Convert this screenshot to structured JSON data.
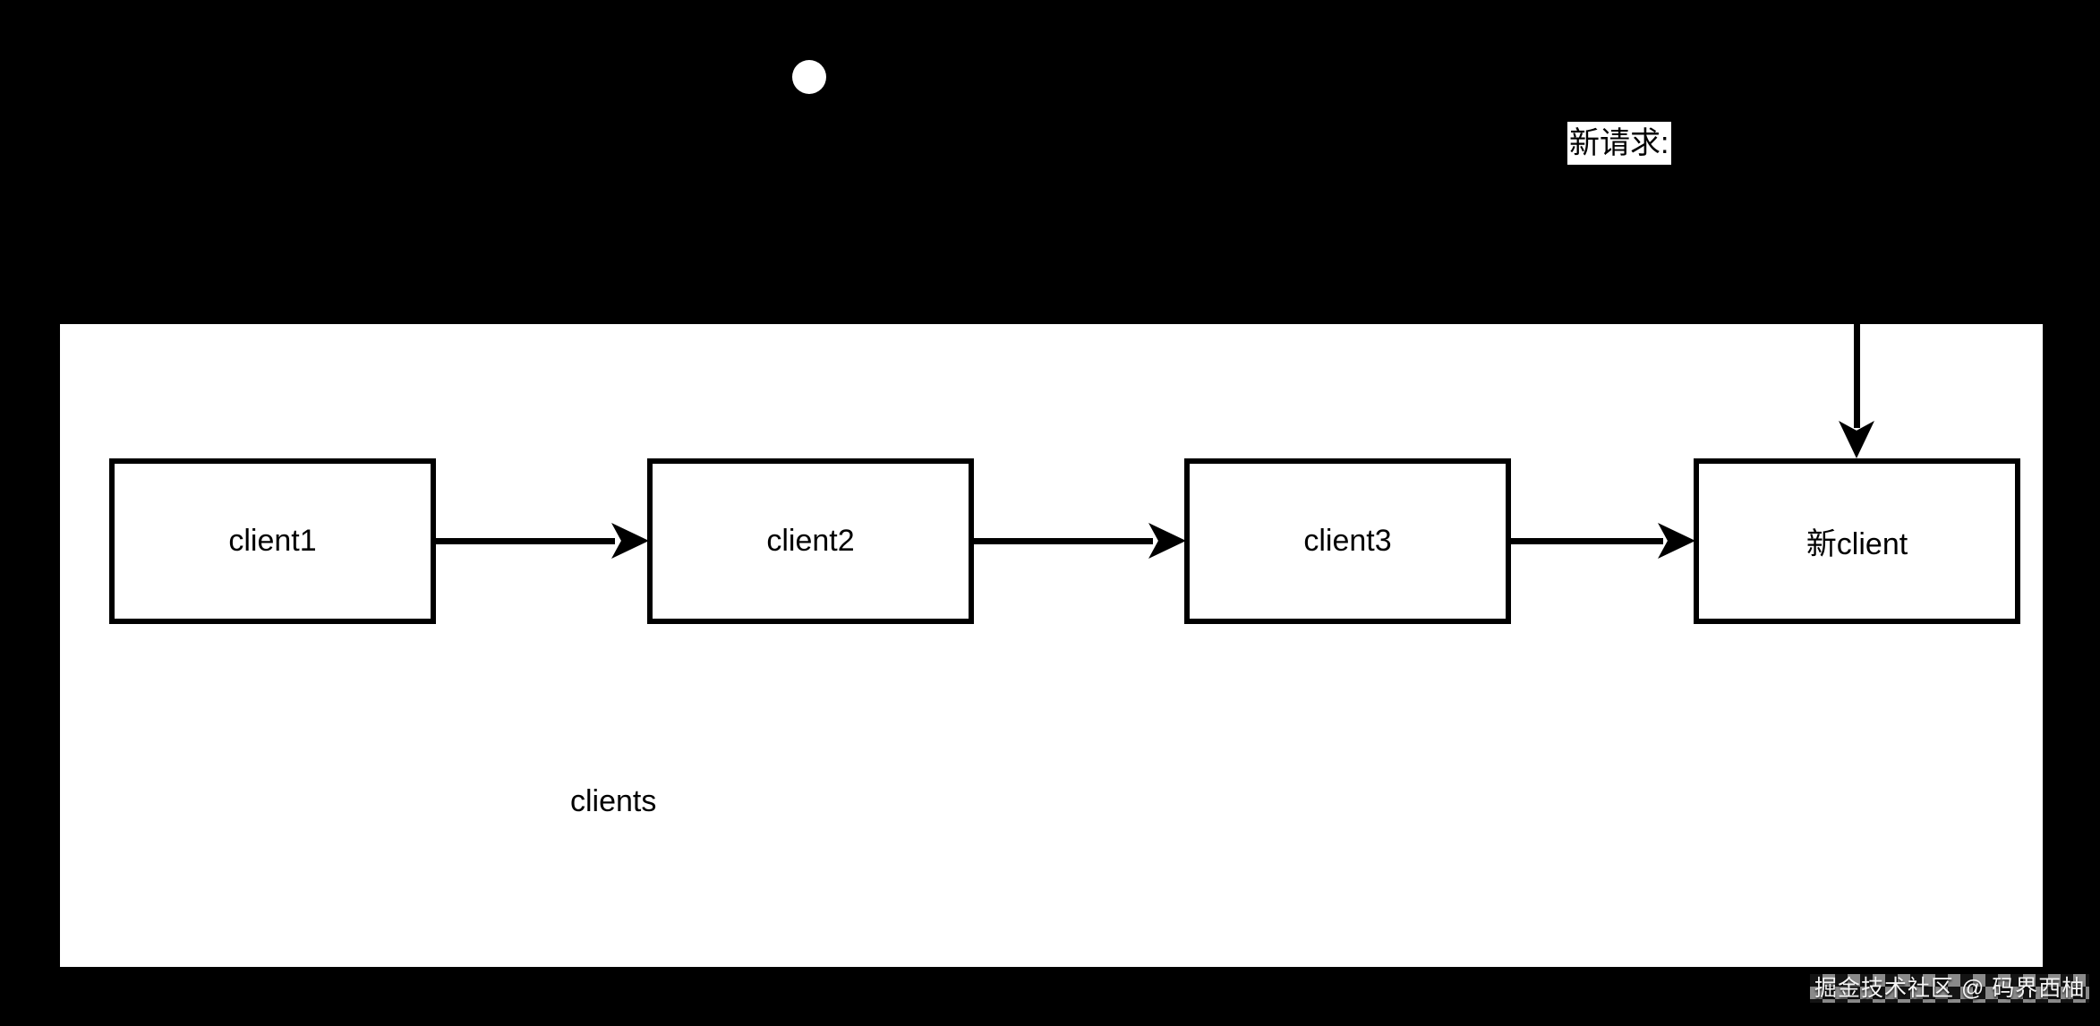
{
  "colors": {
    "background": "#000000",
    "canvas": "#ffffff",
    "stroke": "#000000",
    "label_background": "#ffffff",
    "watermark_text": "#f5f5f5"
  },
  "annotations": {
    "new_request_label": "新请求:",
    "canvas_caption": "clients",
    "watermark": "掘金技术社区 @ 码界西柚"
  },
  "nodes": [
    {
      "id": "client1",
      "label": "client1"
    },
    {
      "id": "client2",
      "label": "client2"
    },
    {
      "id": "client3",
      "label": "client3"
    },
    {
      "id": "new-client",
      "label": "新client"
    }
  ],
  "edges": [
    {
      "from": "client1",
      "to": "client2"
    },
    {
      "from": "client2",
      "to": "client3"
    },
    {
      "from": "client3",
      "to": "new-client"
    },
    {
      "from": "new-request-label",
      "to": "new-client"
    }
  ]
}
